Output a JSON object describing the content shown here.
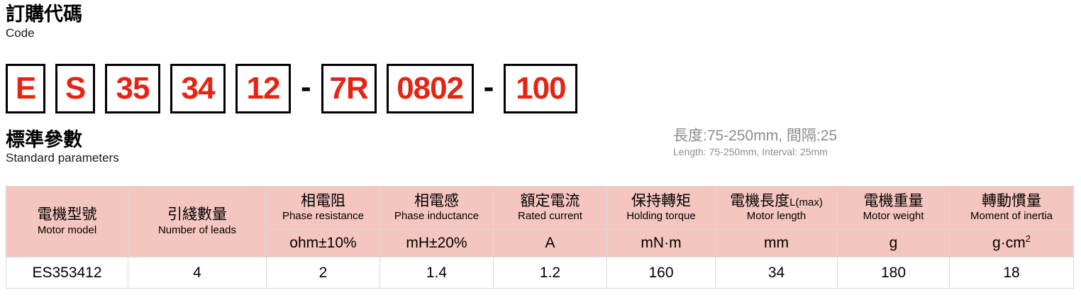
{
  "order_section": {
    "title_zh": "訂購代碼",
    "title_en": "Code",
    "code_segments": [
      {
        "text": "E",
        "width": "1"
      },
      {
        "text": "S",
        "width": "1"
      },
      {
        "text": "35",
        "width": "2"
      },
      {
        "text": "34",
        "width": "2"
      },
      {
        "text": "12",
        "width": "2"
      },
      {
        "text": "-",
        "width": "dash"
      },
      {
        "text": "7R",
        "width": "2"
      },
      {
        "text": "0802",
        "width": "4"
      },
      {
        "text": "-",
        "width": "dash"
      },
      {
        "text": "100",
        "width": "3"
      }
    ],
    "length_note_zh": "長度:75-250mm, 間隔:25",
    "length_note_en": "Length: 75-250mm, Interval: 25mm"
  },
  "standard_section": {
    "title_zh": "標準參數",
    "title_en": "Standard parameters"
  },
  "table": {
    "headers_zh": [
      "電機型號",
      "引綫數量",
      "相電阻",
      "相電感",
      "額定電流",
      "保持轉矩",
      "電機長度",
      "電機重量",
      "轉動慣量"
    ],
    "header_motor_length_suffix": "L(max)",
    "headers_en": [
      "Motor model",
      "Number of leads",
      "Phase resistance",
      "Phase inductance",
      "Rated current",
      "Holding torque",
      "Motor length",
      "Motor weight",
      "Moment of inertia"
    ],
    "units": [
      "",
      "",
      "ohm±10%",
      "mH±20%",
      "A",
      "mN·m",
      "mm",
      "g",
      "g·cm"
    ],
    "unit_inertia_superscript": "2",
    "rows": [
      {
        "values": [
          "ES353412",
          "4",
          "2",
          "1.4",
          "1.2",
          "160",
          "34",
          "180",
          "18"
        ]
      }
    ]
  },
  "colors": {
    "code_red": "#E52414",
    "header_pink": "#f5c6c0",
    "note_gray": "#8c8c8c",
    "border_gray": "#d9d9d9"
  }
}
